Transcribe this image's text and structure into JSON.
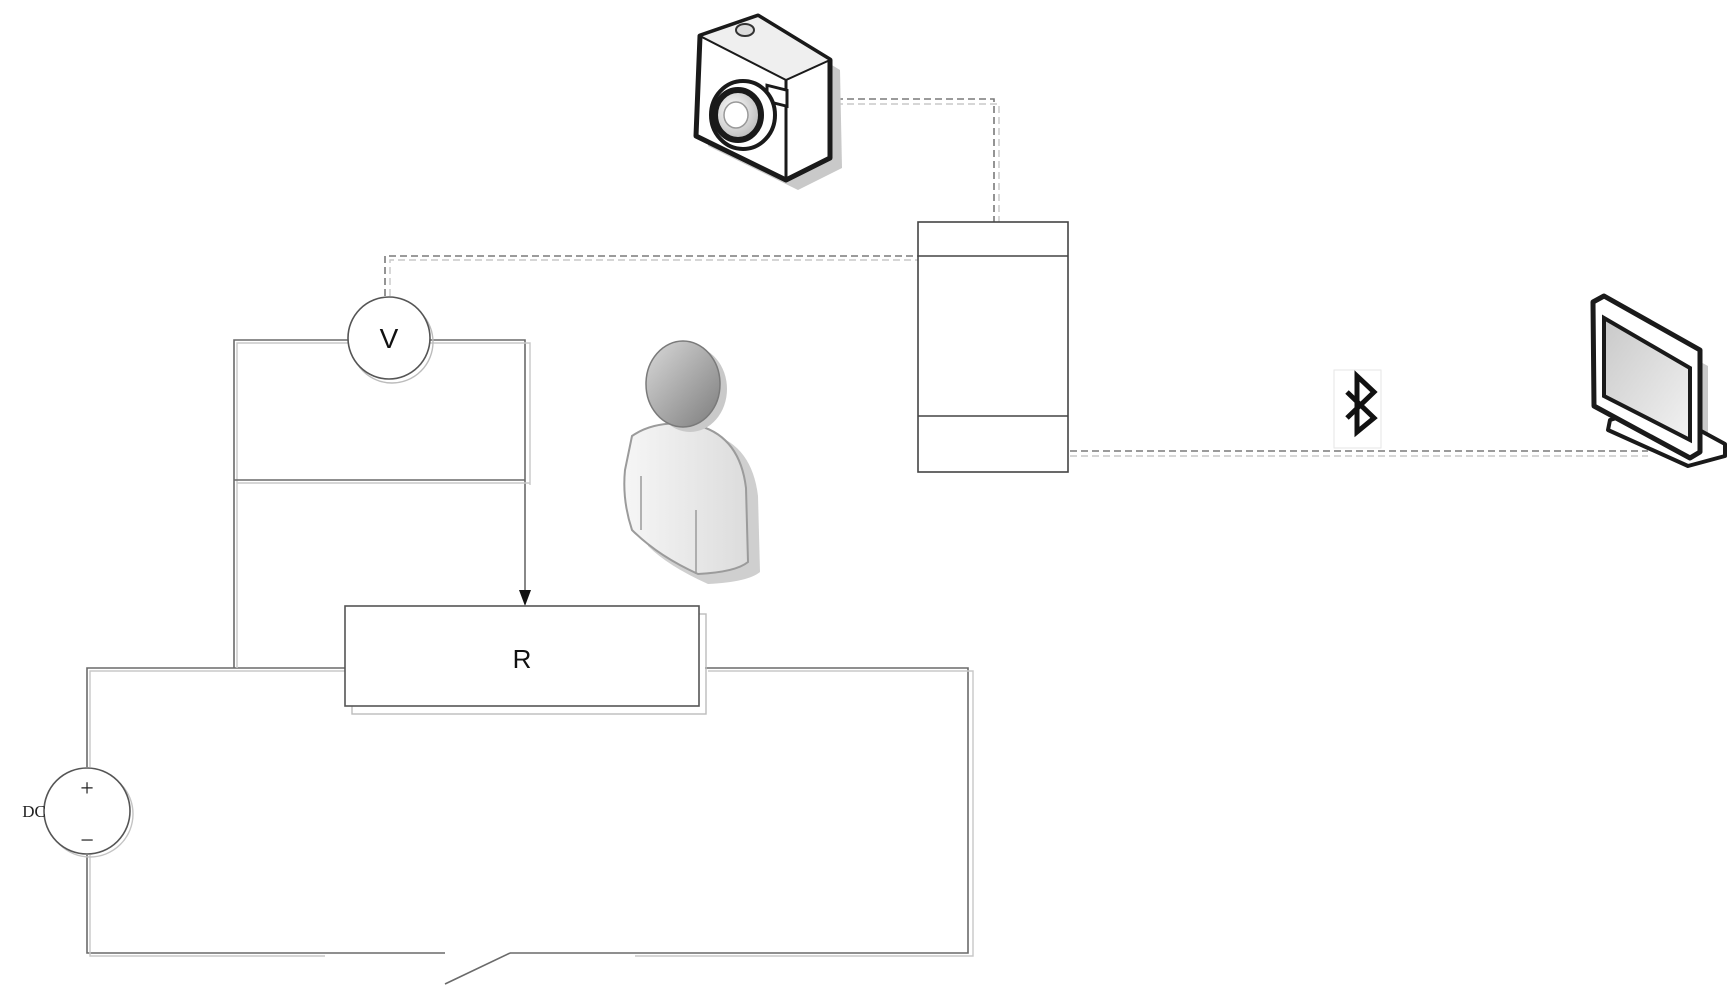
{
  "labels": {
    "voltmeter": "V",
    "resistor": "R",
    "dc_source": "DC",
    "plus": "+",
    "minus": "−"
  },
  "icons": {
    "camera": "camera-icon",
    "person": "person-icon",
    "monitor": "monitor-icon",
    "bluetooth": "bluetooth-icon"
  }
}
